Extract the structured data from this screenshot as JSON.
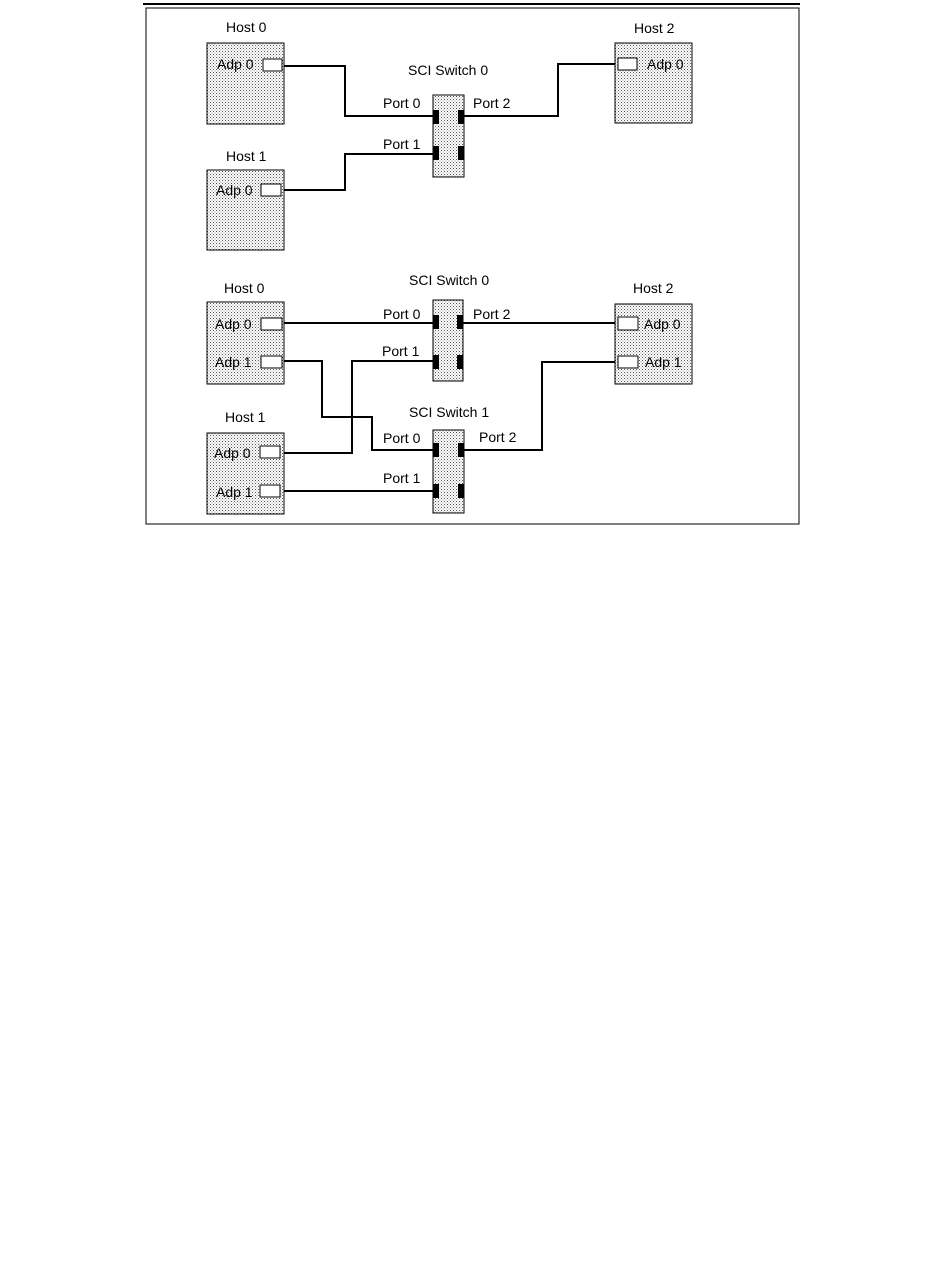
{
  "diagram1": {
    "hosts": [
      {
        "id": "h0",
        "name": "Host 0",
        "adapters": [
          "Adp 0"
        ]
      },
      {
        "id": "h1",
        "name": "Host 1",
        "adapters": [
          "Adp 0"
        ]
      },
      {
        "id": "h2",
        "name": "Host 2",
        "adapters": [
          "Adp 0"
        ]
      }
    ],
    "switches": [
      {
        "id": "s0",
        "name": "SCI Switch 0",
        "ports": [
          "Port 0",
          "Port 1",
          "Port 2"
        ]
      }
    ]
  },
  "diagram2": {
    "hosts": [
      {
        "id": "h0",
        "name": "Host 0",
        "adapters": [
          "Adp 0",
          "Adp 1"
        ]
      },
      {
        "id": "h1",
        "name": "Host 1",
        "adapters": [
          "Adp 0",
          "Adp 1"
        ]
      },
      {
        "id": "h2",
        "name": "Host 2",
        "adapters": [
          "Adp 0",
          "Adp 1"
        ]
      }
    ],
    "switches": [
      {
        "id": "s0",
        "name": "SCI Switch 0",
        "ports": [
          "Port 0",
          "Port 1",
          "Port 2"
        ]
      },
      {
        "id": "s1",
        "name": "SCI Switch 1",
        "ports": [
          "Port 0",
          "Port 1",
          "Port 2"
        ]
      }
    ]
  }
}
